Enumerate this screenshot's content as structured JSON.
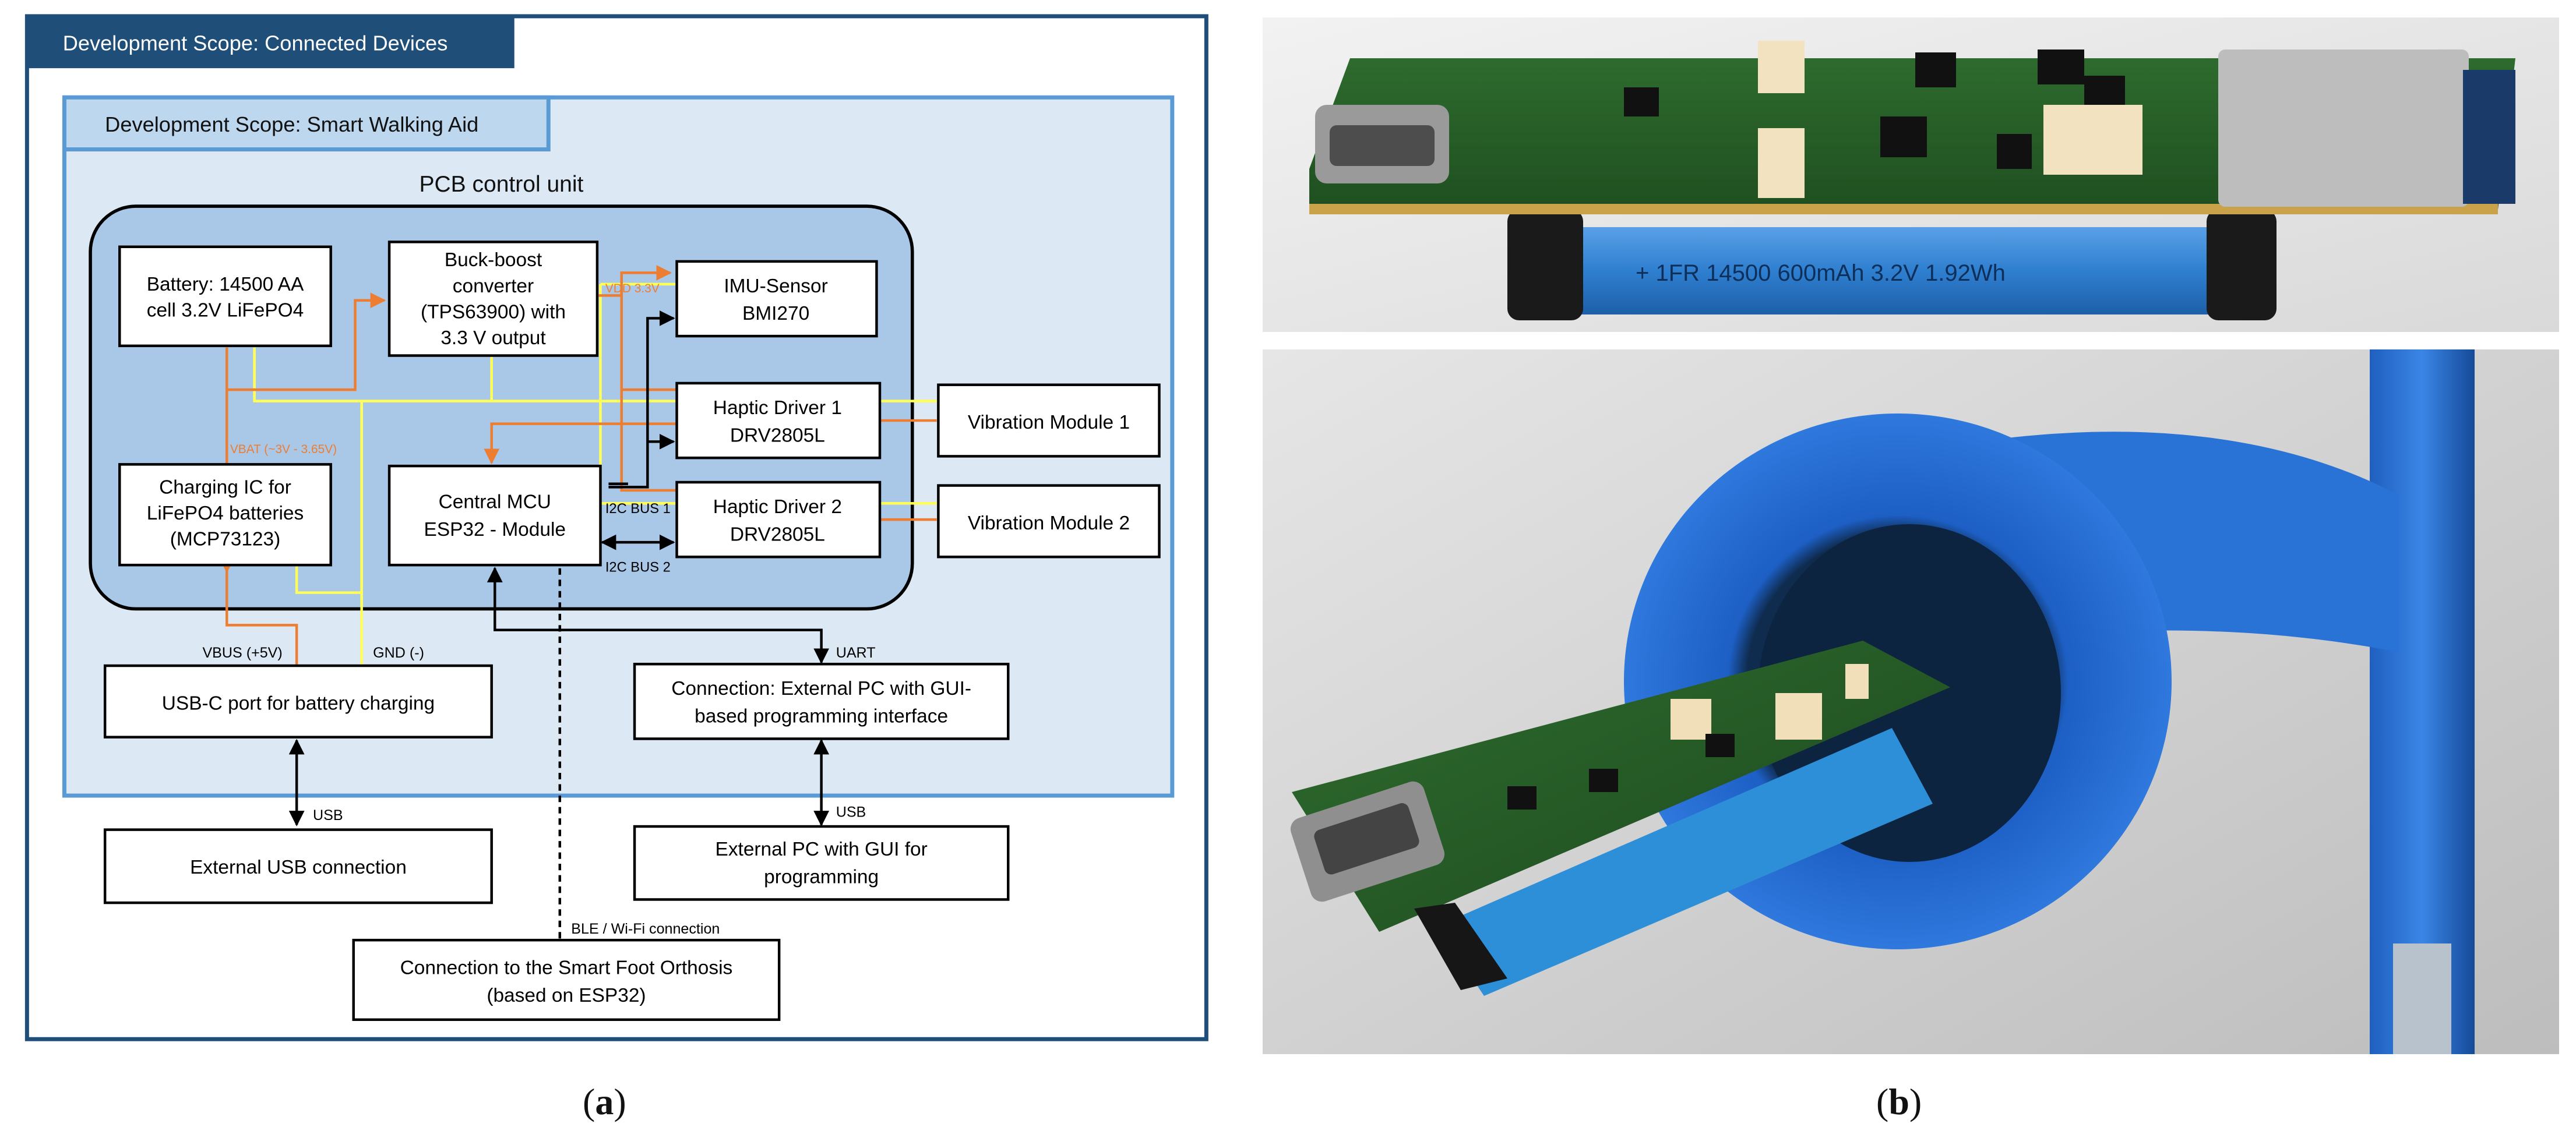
{
  "panel_a": {
    "outer_title": "Development Scope: Connected Devices",
    "inner_title": "Development Scope: Smart Walking Aid",
    "pcb_title": "PCB control unit",
    "blocks": {
      "battery": [
        "Battery: 14500 AA",
        "cell 3.2V LiFePO4"
      ],
      "buck": [
        "Buck-boost",
        "converter",
        "(TPS63900) with",
        "3.3 V output"
      ],
      "imu": [
        "IMU-Sensor",
        "BMI270"
      ],
      "charging": [
        "Charging IC for",
        "LiFePO4 batteries",
        "(MCP73123)"
      ],
      "mcu": [
        "Central MCU",
        "ESP32 - Module"
      ],
      "haptic1": [
        "Haptic Driver 1",
        "DRV2805L"
      ],
      "haptic2": [
        "Haptic Driver 2",
        "DRV2805L"
      ],
      "vib1": [
        "Vibration Module 1"
      ],
      "vib2": [
        "Vibration Module 2"
      ],
      "usbc": [
        "USB-C port for battery charging"
      ],
      "pcconn": [
        "Connection: External PC with GUI-",
        "based programming interface"
      ],
      "extusb": [
        "External USB connection"
      ],
      "extpc": [
        "External PC with GUI for",
        "programming"
      ],
      "foot": [
        "Connection to the Smart Foot Orthosis",
        "(based on ESP32)"
      ]
    },
    "labels": {
      "vdd": "VDD 3.3V",
      "vbat": "VBAT (~3V - 3.65V)",
      "i2c1": "I2C BUS 1",
      "i2c2": "I2C BUS 2",
      "vbus": "VBUS (+5V)",
      "gnd": "GND (-)",
      "uart": "UART",
      "usb1": "USB",
      "usb2": "USB",
      "ble": "BLE / Wi-Fi connection"
    },
    "caption_letter": "a"
  },
  "panel_b": {
    "battery_print": "+ 1FR 14500 600mAh 3.2V 1.92Wh",
    "caption_letter": "b"
  },
  "colors": {
    "navy": "#1f4e79",
    "scope_fill": "#dce9f5",
    "scope_border": "#5b9bd5",
    "pcb_fill": "#a9c8e8",
    "power_line": "#ed7d31",
    "gnd_line": "#ffff55",
    "signal_line": "#000000"
  }
}
